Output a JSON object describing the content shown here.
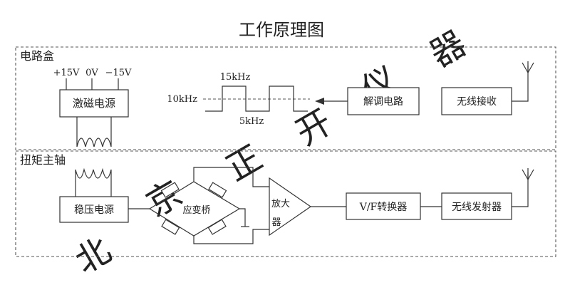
{
  "title": "工作原理图",
  "watermark": [
    "北",
    "京",
    "正",
    "开",
    "仪",
    "器"
  ],
  "sections": {
    "top_label": "电路盒",
    "bottom_label": "扭矩主轴"
  },
  "voltages": {
    "pos": "+15V",
    "zero": "0V",
    "neg": "−15V"
  },
  "blocks": {
    "excitation": "激磁电源",
    "demodulator": "解调电路",
    "wireless_rx": "无线接收",
    "stabilized": "稳压电源",
    "bridge": "应变桥",
    "amp_line1": "放大",
    "amp_line2": "器",
    "vf": "V/F转换器",
    "wireless_tx": "无线发射器"
  },
  "waveform": {
    "f_high": "15kHz",
    "f_center": "10kHz",
    "f_low": "5kHz"
  }
}
